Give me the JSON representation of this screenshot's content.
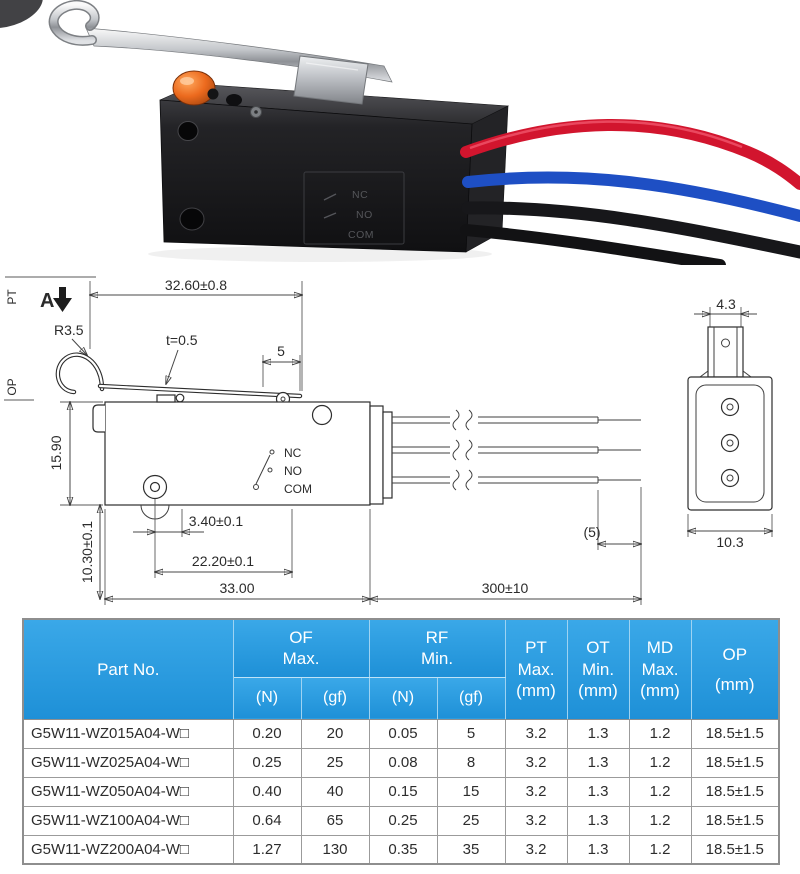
{
  "photo": {
    "alt": "Waterproof micro switch with roller hinge lever and red, blue and black lead wires",
    "labels": {
      "nc": "NC",
      "no": "NO",
      "com": "COM"
    },
    "colors": {
      "body": "#1c1c1f",
      "lever": "#c6c9cd",
      "roller": "#ec6a1e",
      "wire_red": "#d2152e",
      "wire_blue": "#1e4fc4",
      "wire_black": "#17171a"
    }
  },
  "drawing": {
    "side_view": {
      "pt_label": "PT",
      "op_label": "OP",
      "section_label": "A",
      "dim_top_width": "32.60±0.8",
      "radius_label": "R3.5",
      "thickness_label": "t=0.5",
      "dim_lever_end": "5",
      "dim_body_height": "15.90",
      "terminal_nc": "NC",
      "terminal_no": "NO",
      "terminal_com": "COM",
      "dim_hole_offset": "3.40±0.1",
      "dim_hole_center_height": "10.30±0.1",
      "dim_hole_span": "22.20±0.1",
      "dim_body_width": "33.00",
      "dim_wire_length": "300±10",
      "dim_wire_strip": "(5)"
    },
    "end_view": {
      "dim_actuator_width": "4.3",
      "dim_body_depth": "10.3"
    }
  },
  "table": {
    "colors": {
      "header_bg": "#2598dc",
      "header_text": "#ffffff",
      "border": "#9b9b9b",
      "row_text": "#2d2d2d"
    },
    "header": {
      "part_no": "Part No.",
      "of_title": "OF",
      "of_sub": "Max.",
      "rf_title": "RF",
      "rf_sub": "Min.",
      "unit_n": "(N)",
      "unit_gf": "(gf)",
      "pt_title": "PT",
      "pt_sub": "Max.",
      "pt_unit": "(mm)",
      "ot_title": "OT",
      "ot_sub": "Min.",
      "ot_unit": "(mm)",
      "md_title": "MD",
      "md_sub": "Max.",
      "md_unit": "(mm)",
      "op_title": "OP",
      "op_unit": "(mm)"
    },
    "rows": [
      {
        "part_no": "G5W11-WZ015A04-W□",
        "of_n": "0.20",
        "of_gf": "20",
        "rf_n": "0.05",
        "rf_gf": "5",
        "pt": "3.2",
        "ot": "1.3",
        "md": "1.2",
        "op": "18.5±1.5"
      },
      {
        "part_no": "G5W11-WZ025A04-W□",
        "of_n": "0.25",
        "of_gf": "25",
        "rf_n": "0.08",
        "rf_gf": "8",
        "pt": "3.2",
        "ot": "1.3",
        "md": "1.2",
        "op": "18.5±1.5"
      },
      {
        "part_no": "G5W11-WZ050A04-W□",
        "of_n": "0.40",
        "of_gf": "40",
        "rf_n": "0.15",
        "rf_gf": "15",
        "pt": "3.2",
        "ot": "1.3",
        "md": "1.2",
        "op": "18.5±1.5"
      },
      {
        "part_no": "G5W11-WZ100A04-W□",
        "of_n": "0.64",
        "of_gf": "65",
        "rf_n": "0.25",
        "rf_gf": "25",
        "pt": "3.2",
        "ot": "1.3",
        "md": "1.2",
        "op": "18.5±1.5"
      },
      {
        "part_no": "G5W11-WZ200A04-W□",
        "of_n": "1.27",
        "of_gf": "130",
        "rf_n": "0.35",
        "rf_gf": "35",
        "pt": "3.2",
        "ot": "1.3",
        "md": "1.2",
        "op": "18.5±1.5"
      }
    ]
  }
}
